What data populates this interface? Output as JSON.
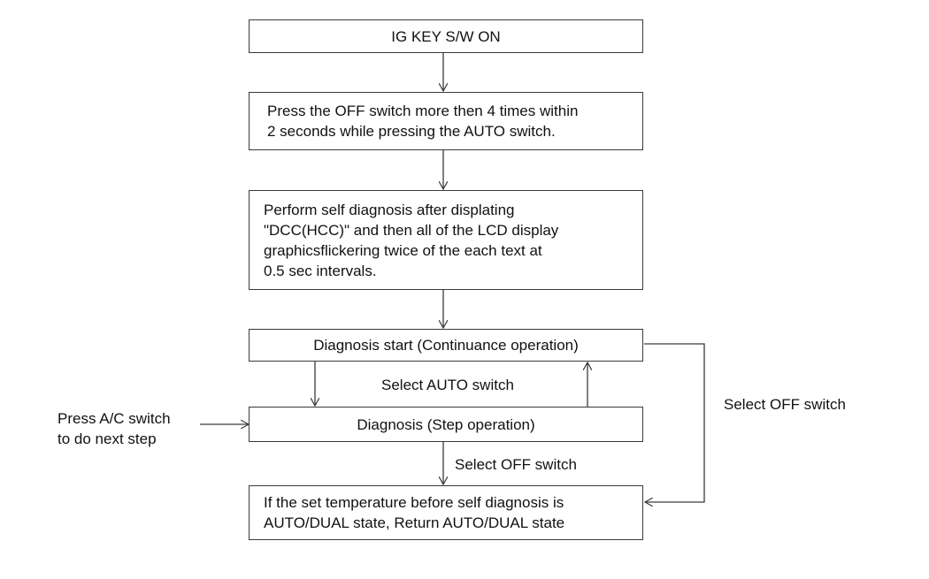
{
  "diagram": {
    "box_ig": {
      "text": "IG KEY S/W ON"
    },
    "box_press_off": {
      "lines": [
        "Press the OFF switch more then 4 times within",
        "2 seconds while pressing the AUTO switch."
      ]
    },
    "box_self_diag": {
      "lines": [
        "Perform self diagnosis after displating",
        "\"DCC(HCC)\" and then all of the LCD display",
        "graphicsflickering twice of the each text at",
        "0.5 sec intervals."
      ]
    },
    "box_diag_start": {
      "text": "Diagnosis start (Continuance operation)"
    },
    "box_diag_step": {
      "text": "Diagnosis (Step operation)"
    },
    "box_return": {
      "lines": [
        "If the set temperature before self diagnosis is",
        "AUTO/DUAL state, Return AUTO/DUAL state"
      ]
    },
    "label_select_auto": "Select AUTO switch",
    "label_press_ac": [
      "Press A/C switch",
      "to do next step"
    ],
    "label_select_off_bottom": "Select OFF switch",
    "label_select_off_right": "Select OFF switch"
  }
}
